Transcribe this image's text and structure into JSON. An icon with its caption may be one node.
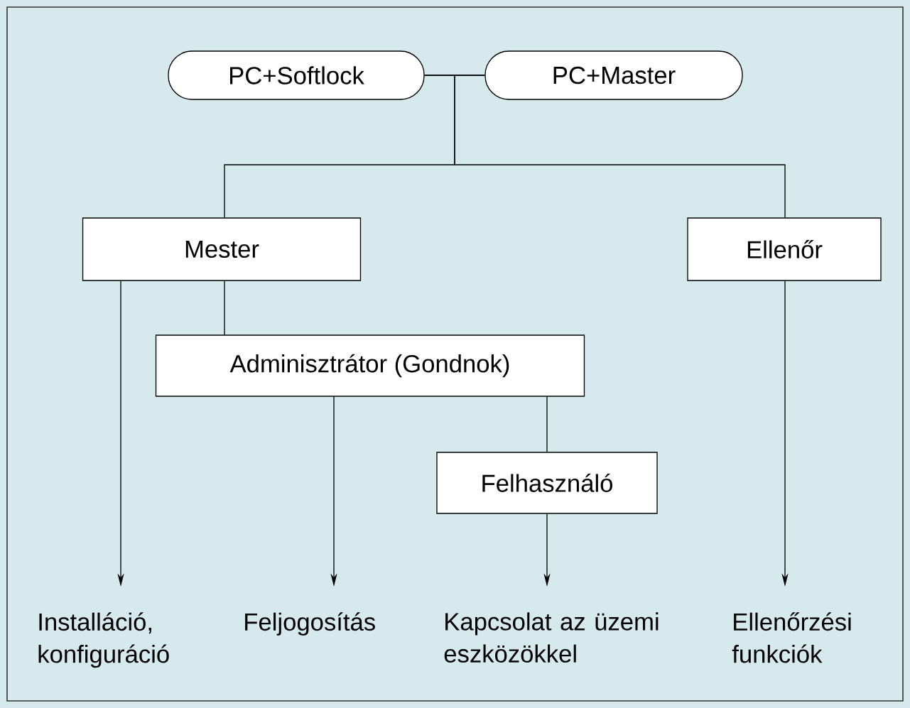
{
  "diagram": {
    "nodes": [
      {
        "text": [
          "PC+Softlock"
        ]
      },
      {
        "text": [
          "PC+Master"
        ]
      },
      {
        "text": [
          "Mester"
        ]
      },
      {
        "text": [
          "Ellenőr"
        ]
      },
      {
        "text": [
          "Adminisztrátor (Gondnok)"
        ]
      },
      {
        "text": [
          "Felhasználó"
        ]
      },
      {
        "text": [
          "Installáció, konfiguráció"
        ]
      },
      {
        "text": [
          "Feljogosítás"
        ]
      },
      {
        "text": [
          "Kapcsolat az üzemi eszközökkel"
        ]
      },
      {
        "text": [
          "Ellenőrzési funkciók"
        ]
      }
    ],
    "edges": [
      {
        "from": 0,
        "to": 1,
        "arrow": "none"
      },
      {
        "from": 0,
        "to": 2,
        "arrow": "none"
      },
      {
        "from": 1,
        "to": 3,
        "arrow": "none"
      },
      {
        "from": 2,
        "to": 4,
        "arrow": "none"
      },
      {
        "from": 4,
        "to": 5,
        "arrow": "none"
      },
      {
        "from": 2,
        "to": 6,
        "arrow": "to"
      },
      {
        "from": 4,
        "to": 7,
        "arrow": "to"
      },
      {
        "from": 5,
        "to": 8,
        "arrow": "to"
      },
      {
        "from": 3,
        "to": 9,
        "arrow": "to"
      }
    ]
  }
}
